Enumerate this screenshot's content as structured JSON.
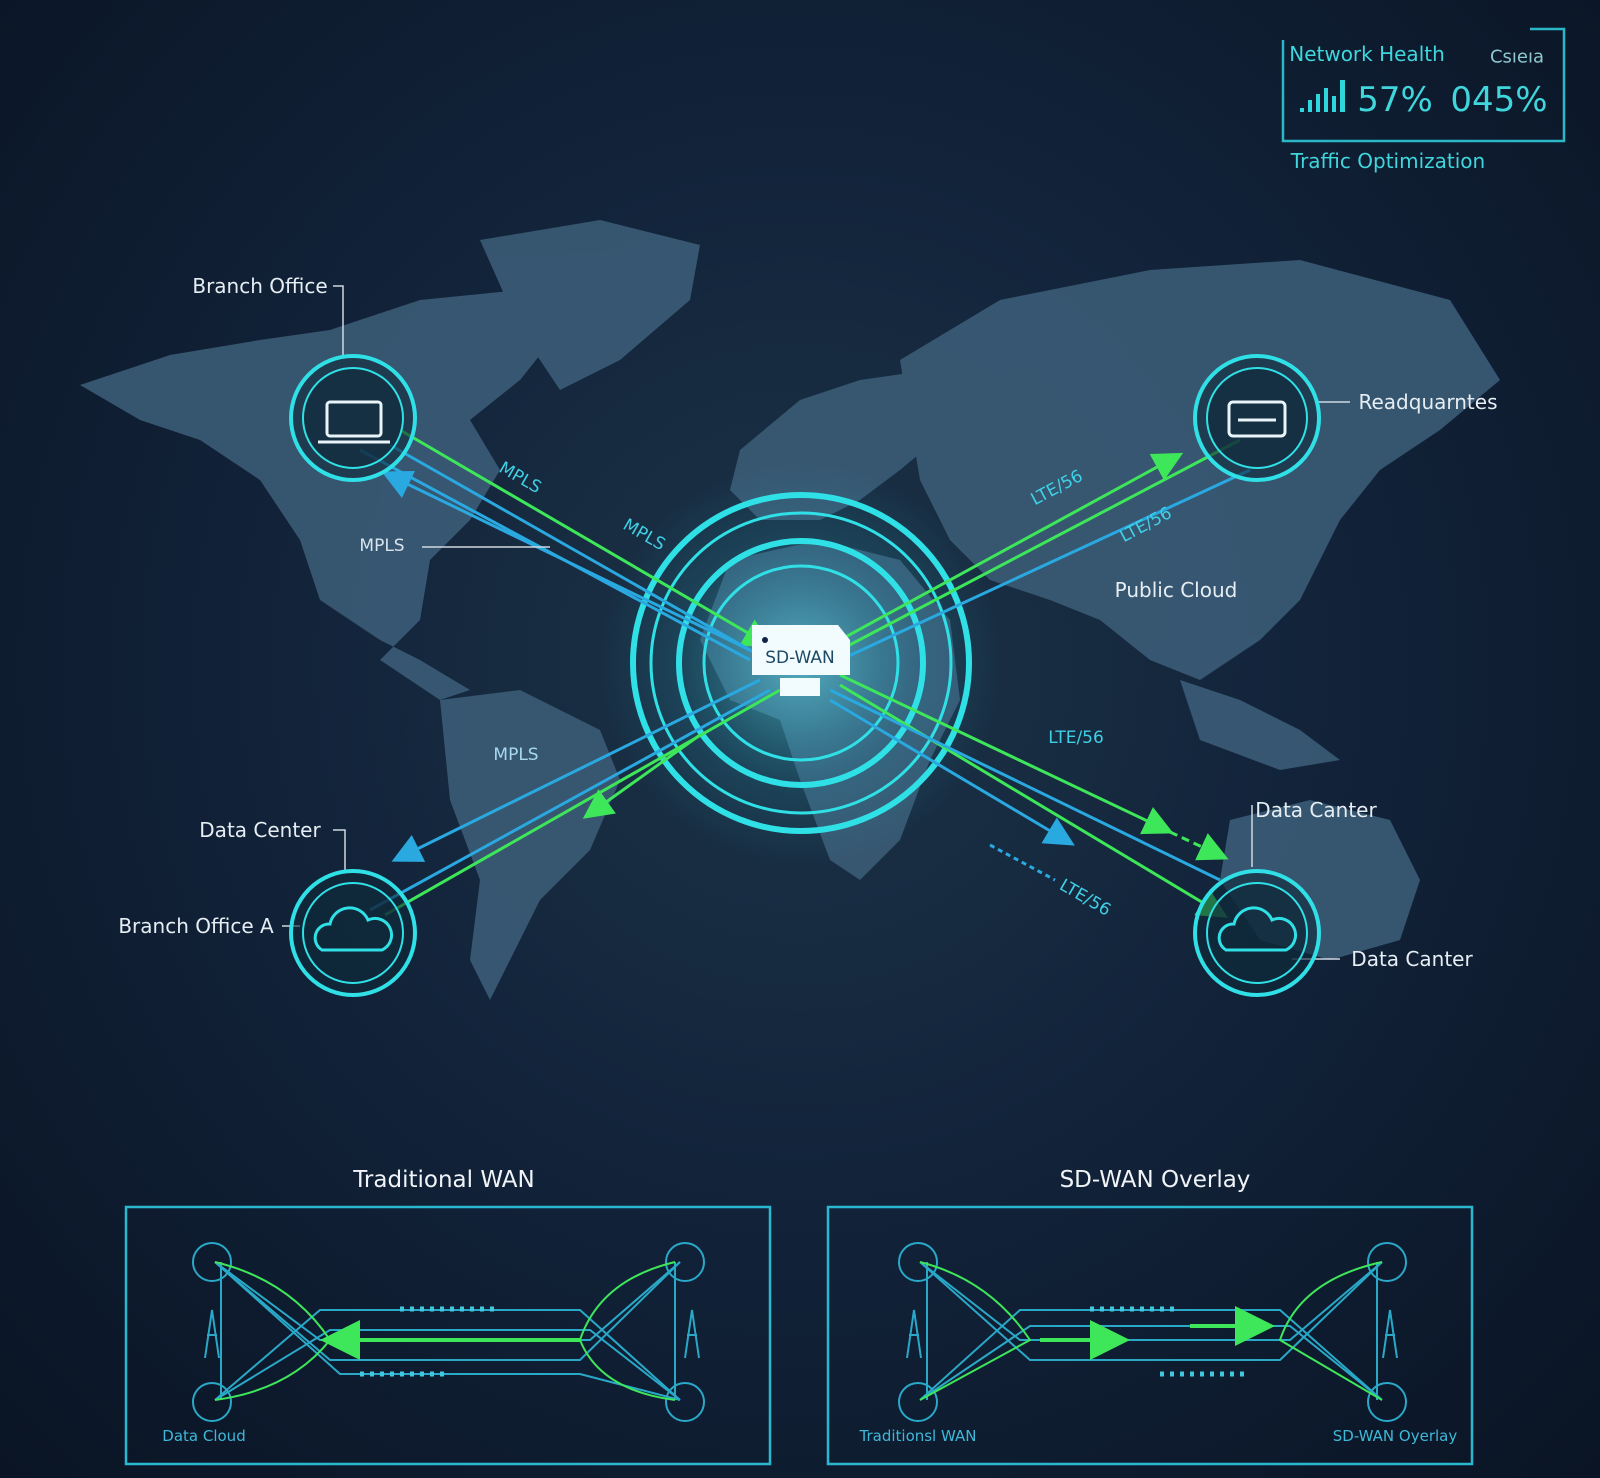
{
  "panel": {
    "network_health_label": "Network Health",
    "secondary_label": "Csıeıa",
    "network_health_value": "57%",
    "secondary_value": "045%",
    "footer": "Traffic Optimization"
  },
  "hub": {
    "label": "SD-WAN"
  },
  "nodes": {
    "branch_office": "Branch Office",
    "headquarters": "Readquarntes",
    "data_center_left": "Data Center",
    "branch_office_a": "Branch Office A",
    "data_center_right_top": "Data Canter",
    "data_center_right_bottom": "Data Canter",
    "public_cloud": "Public Cloud"
  },
  "links": {
    "mpls_1": "MPLS",
    "mpls_2": "MPLS",
    "mpls_3": "MPLS",
    "mpls_4": "MPLS",
    "lte_1": "LTE/56",
    "lte_2": "LTE/56",
    "lte_3": "LTE/56",
    "lte_4": "LTE/56"
  },
  "comparison": {
    "traditional": {
      "title": "Traditional WAN",
      "caption": "Data Cloud"
    },
    "overlay": {
      "title": "SD-WAN Overlay",
      "caption_left": "Traditionsl WAN",
      "caption_right": "SD-WAN Oyerlay"
    }
  },
  "colors": {
    "cyan": "#2fe0e6",
    "green": "#3ee65a",
    "blue": "#2aa8e0",
    "map": "#3d5f7a"
  }
}
